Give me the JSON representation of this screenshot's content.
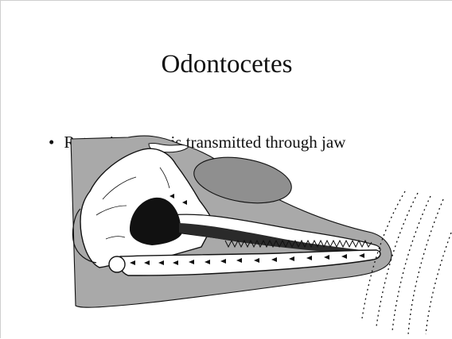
{
  "slide": {
    "title": "Odontocetes",
    "bullets": [
      {
        "symbol": "•",
        "text": "Returning echo is transmitted through jaw"
      }
    ]
  },
  "illustration": {
    "subject": "dolphin-skull-echolocation",
    "colors": {
      "soft_tissue": "#a9a9a9",
      "melon": "#8f8f8f",
      "bone": "#ffffff",
      "outline": "#111111",
      "background": "#ffffff"
    }
  }
}
